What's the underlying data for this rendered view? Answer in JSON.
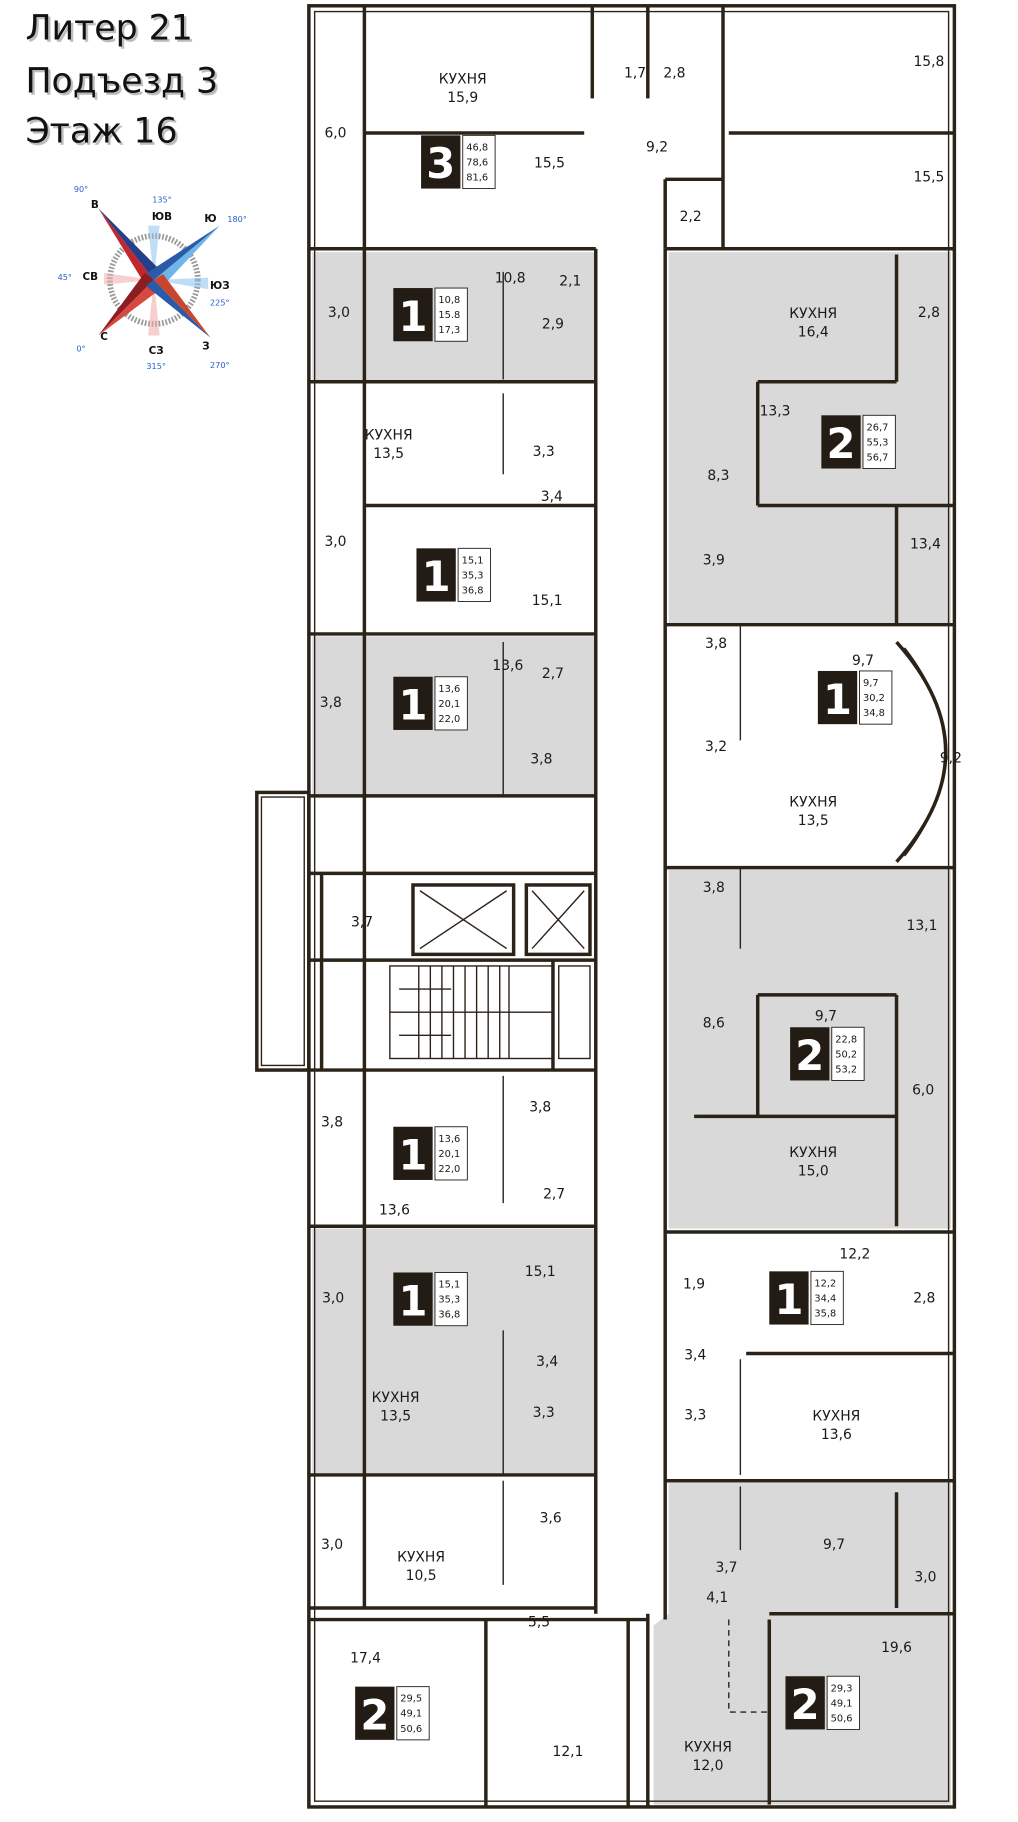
{
  "header": {
    "building": "Литер 21",
    "entrance": "Подъезд 3",
    "floor": "Этаж 16"
  },
  "compass": {
    "directions": [
      {
        "label": "С",
        "deg": "0°"
      },
      {
        "label": "СВ",
        "deg": "45°"
      },
      {
        "label": "В",
        "deg": "90°"
      },
      {
        "label": "ЮВ",
        "deg": "135°"
      },
      {
        "label": "Ю",
        "deg": "180°"
      },
      {
        "label": "ЮЗ",
        "deg": "225°"
      },
      {
        "label": "З",
        "deg": "270°"
      },
      {
        "label": "СЗ",
        "deg": "315°"
      }
    ],
    "colors": {
      "north": "#c0282d",
      "south": "#2a5aa8",
      "light_blue": "#6fb6e8"
    }
  },
  "colors": {
    "wall": "#2b2218",
    "highlight_fill": "#d9d9d9",
    "badge": "#231c14"
  },
  "apartments": [
    {
      "rooms": "3",
      "areas": [
        "46,8",
        "78,6",
        "81,6"
      ]
    },
    {
      "rooms": "1",
      "areas": [
        "10,8",
        "15.8",
        "17,3"
      ]
    },
    {
      "rooms": "2",
      "areas": [
        "26,7",
        "55,3",
        "56,7"
      ]
    },
    {
      "rooms": "1",
      "areas": [
        "15,1",
        "35,3",
        "36,8"
      ]
    },
    {
      "rooms": "1",
      "areas": [
        "13,6",
        "20,1",
        "22,0"
      ]
    },
    {
      "rooms": "1",
      "areas": [
        "9,7",
        "30,2",
        "34,8"
      ]
    },
    {
      "rooms": "2",
      "areas": [
        "22,8",
        "50,2",
        "53,2"
      ]
    },
    {
      "rooms": "1",
      "areas": [
        "13,6",
        "20,1",
        "22,0"
      ]
    },
    {
      "rooms": "1",
      "areas": [
        "15,1",
        "35,3",
        "36,8"
      ]
    },
    {
      "rooms": "1",
      "areas": [
        "12,2",
        "34,4",
        "35,8"
      ]
    },
    {
      "rooms": "2",
      "areas": [
        "29,5",
        "49,1",
        "50,6"
      ]
    },
    {
      "rooms": "2",
      "areas": [
        "29,3",
        "49,1",
        "50,6"
      ]
    }
  ],
  "rooms": [
    {
      "name": "КУХНЯ",
      "area": "15,9"
    },
    {
      "area": "6,0"
    },
    {
      "area": "15,5"
    },
    {
      "area": "1,7"
    },
    {
      "area": "2,8"
    },
    {
      "area": "9,2"
    },
    {
      "area": "2,2"
    },
    {
      "area": "15,8"
    },
    {
      "area": "15,5"
    },
    {
      "area": "10,8"
    },
    {
      "area": "2,1"
    },
    {
      "area": "3,0"
    },
    {
      "area": "2,9"
    },
    {
      "name": "КУХНЯ",
      "area": "16,4"
    },
    {
      "area": "2,8"
    },
    {
      "area": "13,3"
    },
    {
      "area": "8,3"
    },
    {
      "area": "13,4"
    },
    {
      "area": "3,9"
    },
    {
      "name": "КУХНЯ",
      "area": "13,5"
    },
    {
      "area": "3,3"
    },
    {
      "area": "3,4"
    },
    {
      "area": "3,0"
    },
    {
      "area": "15,1"
    },
    {
      "area": "13,6"
    },
    {
      "area": "2,7"
    },
    {
      "area": "3,8"
    },
    {
      "area": "3,8"
    },
    {
      "area": "9,7"
    },
    {
      "area": "3,8"
    },
    {
      "area": "3,2"
    },
    {
      "area": "9,2"
    },
    {
      "name": "КУХНЯ",
      "area": "13,5"
    },
    {
      "area": "3,7"
    },
    {
      "area": "3,8"
    },
    {
      "area": "13,1"
    },
    {
      "area": "8,6"
    },
    {
      "area": "9,7"
    },
    {
      "area": "6,0"
    },
    {
      "name": "КУХНЯ",
      "area": "15,0"
    },
    {
      "area": "3,8"
    },
    {
      "area": "3,8"
    },
    {
      "area": "13,6"
    },
    {
      "area": "2,7"
    },
    {
      "area": "15,1"
    },
    {
      "area": "3,0"
    },
    {
      "area": "3,4"
    },
    {
      "name": "КУХНЯ",
      "area": "13,5"
    },
    {
      "area": "3,3"
    },
    {
      "area": "12,2"
    },
    {
      "area": "1,9"
    },
    {
      "area": "2,8"
    },
    {
      "area": "3,4"
    },
    {
      "area": "3,3"
    },
    {
      "name": "КУХНЯ",
      "area": "13,6"
    },
    {
      "area": "3,0"
    },
    {
      "name": "КУХНЯ",
      "area": "10,5"
    },
    {
      "area": "3,6"
    },
    {
      "area": "17,4"
    },
    {
      "area": "5,5"
    },
    {
      "area": "12,1"
    },
    {
      "area": "3,7"
    },
    {
      "area": "9,7"
    },
    {
      "area": "3,0"
    },
    {
      "area": "4,1"
    },
    {
      "area": "19,6"
    },
    {
      "name": "КУХНЯ",
      "area": "12,0"
    }
  ]
}
